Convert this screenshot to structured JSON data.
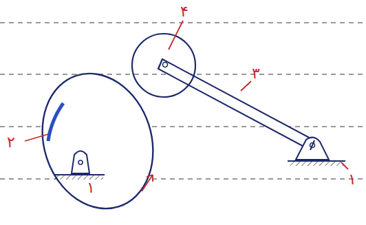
{
  "diagram": {
    "labels": [
      "۴",
      "۳",
      "۲",
      "۱",
      "۱"
    ]
  }
}
